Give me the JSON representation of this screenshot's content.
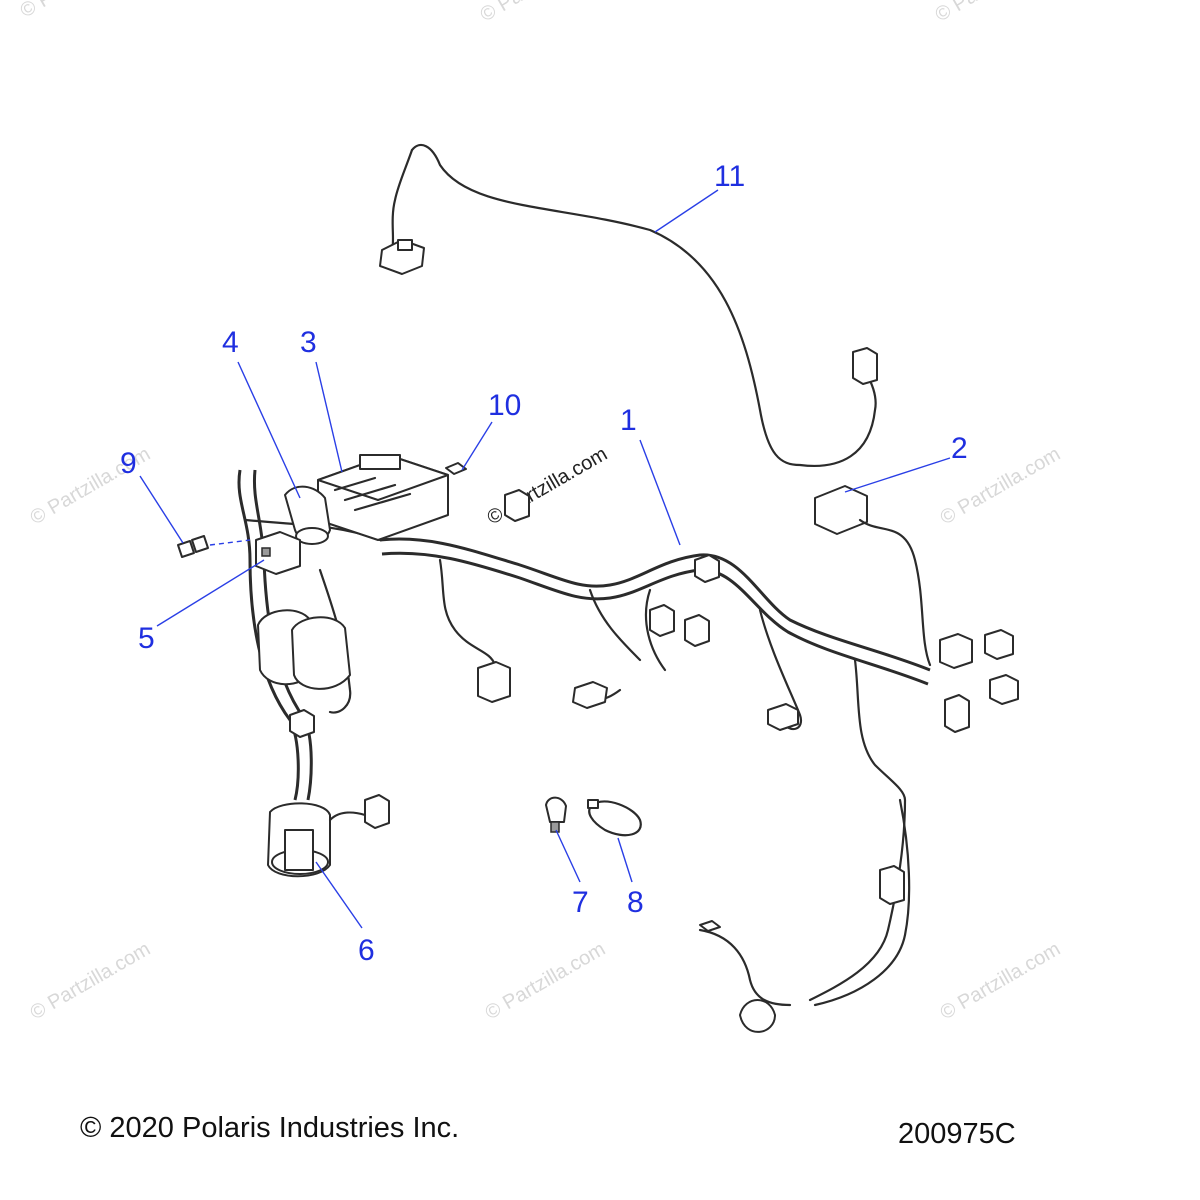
{
  "callouts": [
    {
      "label": "1"
    },
    {
      "label": "2"
    },
    {
      "label": "3"
    },
    {
      "label": "4"
    },
    {
      "label": "5"
    },
    {
      "label": "6"
    },
    {
      "label": "7"
    },
    {
      "label": "8"
    },
    {
      "label": "9"
    },
    {
      "label": "10"
    },
    {
      "label": "11"
    }
  ],
  "watermark": "© Partzilla.com",
  "footer": {
    "copyright": "© 2020 Polaris Industries Inc.",
    "diagram_code": "200975C"
  },
  "colors": {
    "callout": "#1f2fe0",
    "line_art": "#2b2b2b",
    "watermark": "#d8d8d8"
  }
}
